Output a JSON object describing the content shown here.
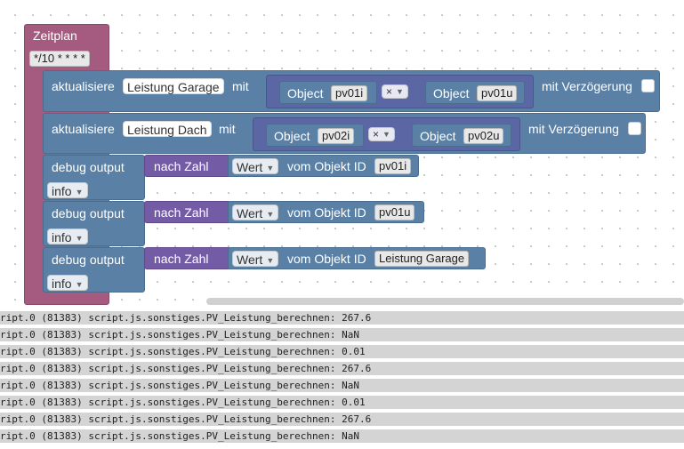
{
  "colors": {
    "event_block": "#a55b80",
    "action_block": "#5b80a5",
    "convert_block": "#745ba5",
    "math_block": "#5b67a5"
  },
  "schedule": {
    "title": "Zeitplan",
    "cron": "*/10 * * * *"
  },
  "updates": [
    {
      "label": "aktualisiere",
      "target": "Leistung Garage",
      "with_label": "mit",
      "left_object_label": "Object",
      "left_object_id": "pv01i",
      "operator": "×",
      "right_object_label": "Object",
      "right_object_id": "pv01u",
      "delay_label": "mit Verzögerung",
      "delay_checked": false
    },
    {
      "label": "aktualisiere",
      "target": "Leistung Dach",
      "with_label": "mit",
      "left_object_label": "Object",
      "left_object_id": "pv02i",
      "operator": "×",
      "right_object_label": "Object",
      "right_object_id": "pv02u",
      "delay_label": "mit Verzögerung",
      "delay_checked": false
    }
  ],
  "debugs": [
    {
      "label": "debug output",
      "convert_label": "nach Zahl",
      "attr": "Wert",
      "object_label": "vom Objekt ID",
      "object_id": "pv01i",
      "level": "info"
    },
    {
      "label": "debug output",
      "convert_label": "nach Zahl",
      "attr": "Wert",
      "object_label": "vom Objekt ID",
      "object_id": "pv01u",
      "level": "info"
    },
    {
      "label": "debug output",
      "convert_label": "nach Zahl",
      "attr": "Wert",
      "object_label": "vom Objekt ID",
      "object_id": "Leistung Garage",
      "level": "info"
    }
  ],
  "log": [
    "ript.0 (81383) script.js.sonstiges.PV_Leistung_berechnen: 267.6",
    "ript.0 (81383) script.js.sonstiges.PV_Leistung_berechnen: NaN",
    "ript.0 (81383) script.js.sonstiges.PV_Leistung_berechnen: 0.01",
    "ript.0 (81383) script.js.sonstiges.PV_Leistung_berechnen: 267.6",
    "ript.0 (81383) script.js.sonstiges.PV_Leistung_berechnen: NaN",
    "ript.0 (81383) script.js.sonstiges.PV_Leistung_berechnen: 0.01",
    "ript.0 (81383) script.js.sonstiges.PV_Leistung_berechnen: 267.6",
    "ript.0 (81383) script.js.sonstiges.PV_Leistung_berechnen: NaN"
  ]
}
